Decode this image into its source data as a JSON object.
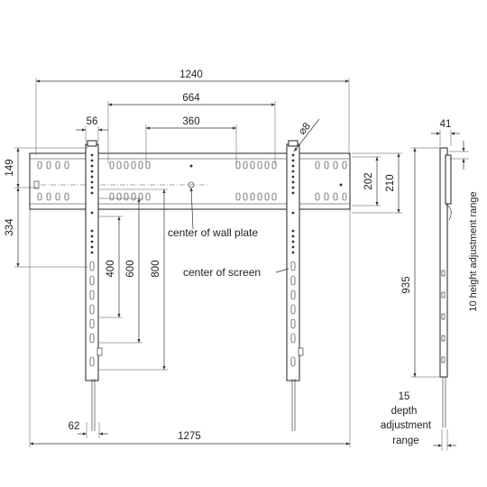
{
  "dimensions": {
    "overall_width_upper": "1240",
    "span_664": "664",
    "span_360": "360",
    "arm_width": "56",
    "hole_diameter": "⌀8",
    "plate_height_149": "149",
    "lower_334": "334",
    "v_400": "400",
    "v_600": "600",
    "v_800": "800",
    "arm_foot_62": "62",
    "overall_width_lower": "1275",
    "plate_202": "202",
    "plate_210": "210",
    "side_depth_41": "41",
    "side_height_935": "935",
    "height_adjust": "10 height adjustment range",
    "depth_value": "15"
  },
  "labels": {
    "center_wall_plate": "center of wall plate",
    "center_screen": "center of screen",
    "depth_line1": "depth",
    "depth_line2": "adjustment",
    "depth_line3": "range"
  }
}
